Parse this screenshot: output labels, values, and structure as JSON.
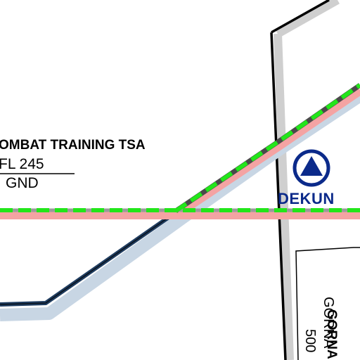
{
  "airspace": {
    "name": "OMBAT TRAINING TSA",
    "upper_limit": "FL 245",
    "lower_limit": "GND"
  },
  "waypoint": {
    "name": "DEKUN",
    "symbol": "triangle-in-circle-icon",
    "color": "#0b2a8a"
  },
  "side_label": {
    "line1": "GORNA",
    "line2": "GORNA",
    "line3": "500"
  },
  "colors": {
    "route_dash_green": "#22e61a",
    "route_dash_dark": "#4a4a4a",
    "route_halo_red": "#f4a3a3",
    "route_halo_blue": "#c8d6e4",
    "boundary_dark": "#1f3c5f",
    "boundary_gray": "#cfcfcf"
  }
}
